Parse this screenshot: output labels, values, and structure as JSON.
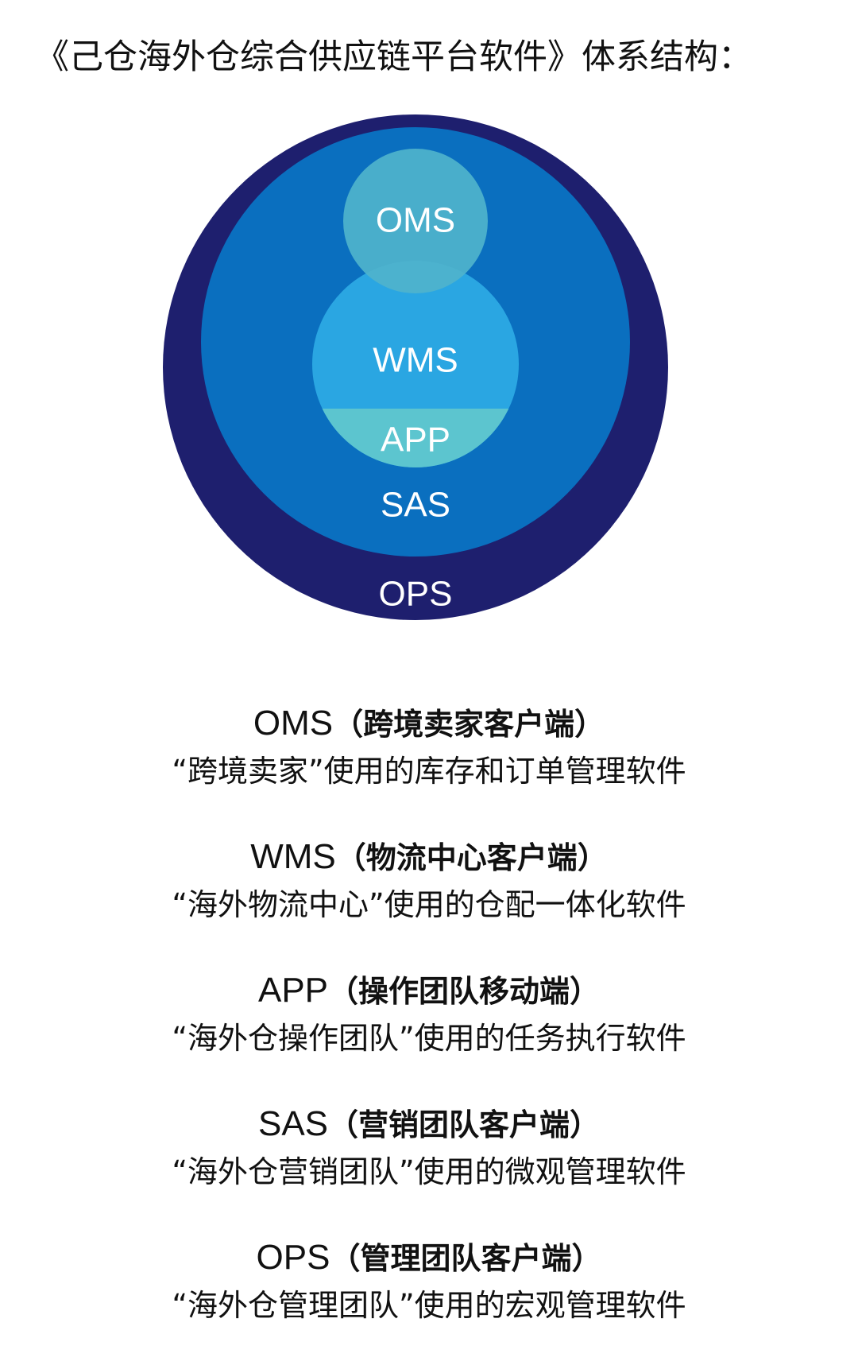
{
  "title": "《己仓海外仓综合供应链平台软件》体系结构：",
  "diagram": {
    "layers": [
      {
        "label": "OPS",
        "color": "#1e1f6e"
      },
      {
        "label": "SAS",
        "color": "#0a6fbf"
      },
      {
        "label": "WMS",
        "color": "#2aa6e2"
      },
      {
        "label": "APP",
        "color": "#5cc5cf"
      },
      {
        "label": "OMS",
        "color": "#4fb3cc"
      }
    ]
  },
  "legend": [
    {
      "code": "OMS",
      "role": "（跨境卖家客户端）",
      "desc": "“跨境卖家”使用的库存和订单管理软件"
    },
    {
      "code": "WMS",
      "role": "（物流中心客户端）",
      "desc": "“海外物流中心”使用的仓配一体化软件"
    },
    {
      "code": "APP",
      "role": "（操作团队移动端）",
      "desc": "“海外仓操作团队”使用的任务执行软件"
    },
    {
      "code": "SAS",
      "role": "（营销团队客户端）",
      "desc": "“海外仓营销团队”使用的微观管理软件"
    },
    {
      "code": "OPS",
      "role": "（管理团队客户端）",
      "desc": "“海外仓管理团队”使用的宏观管理软件"
    }
  ]
}
